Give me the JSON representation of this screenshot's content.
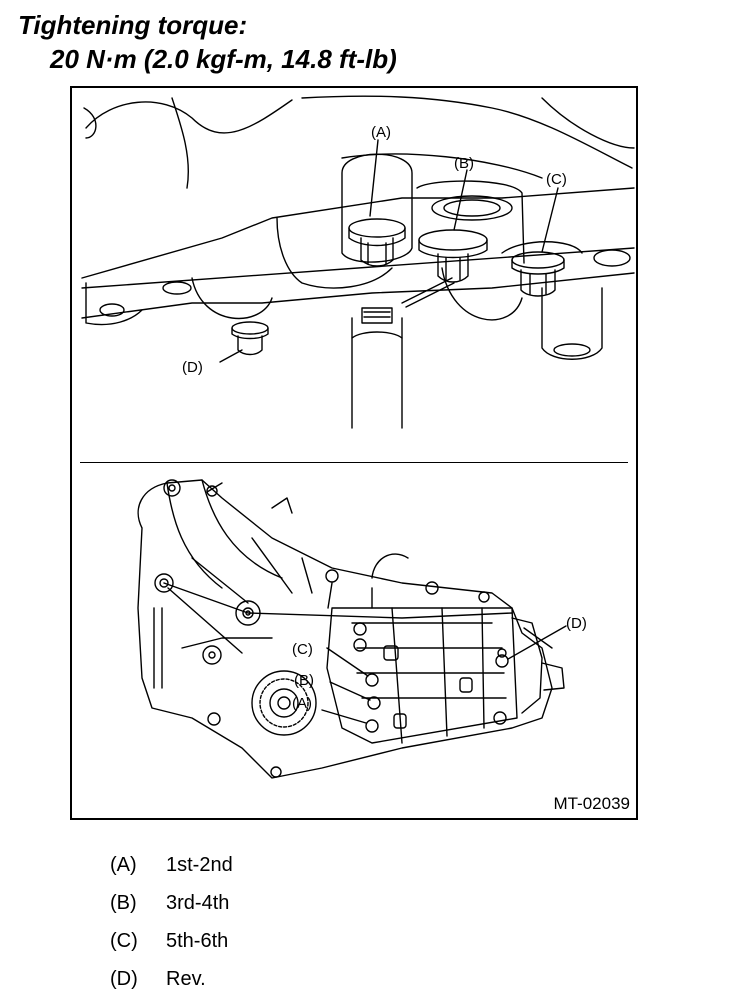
{
  "header": {
    "title_line1": "Tightening torque:",
    "title_line2": "20 N·m (2.0 kgf-m, 14.8 ft-lb)"
  },
  "figure": {
    "callouts": {
      "a": "(A)",
      "b": "(B)",
      "c": "(C)",
      "d": "(D)"
    },
    "code": "MT-02039"
  },
  "legend": [
    {
      "key": "(A)",
      "text": "1st-2nd"
    },
    {
      "key": "(B)",
      "text": "3rd-4th"
    },
    {
      "key": "(C)",
      "text": "5th-6th"
    },
    {
      "key": "(D)",
      "text": "Rev."
    }
  ]
}
